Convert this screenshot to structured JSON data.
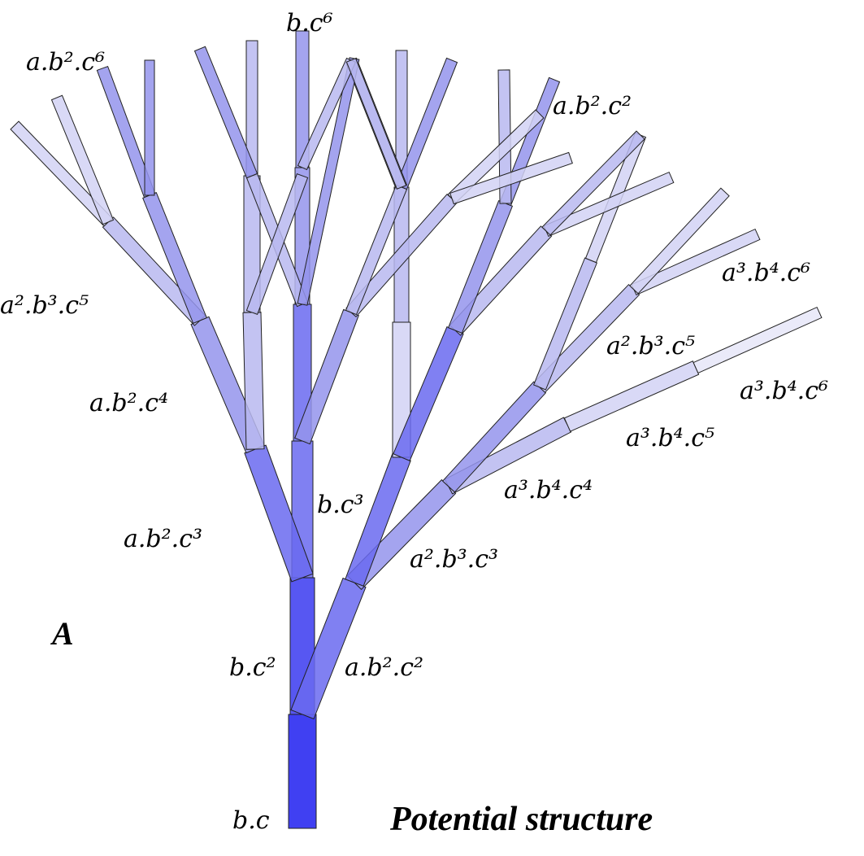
{
  "panel_letter": "A",
  "caption": "Potential structure",
  "colors": {
    "level1": "#1e1ef0",
    "level2": "#3a3af0",
    "level3": "#6a6af0",
    "level4": "#9494ec",
    "level5": "#b8b8f0",
    "level6": "#d2d2f4",
    "level7": "#e6e6f8"
  },
  "labels": {
    "trunk_1": "b.c",
    "trunk_2": "b.c²",
    "trunk_3": "b.c³",
    "trunk_top": "b.c⁶",
    "left_c3": "a.b².c³",
    "left_c4": "a.b².c⁴",
    "left_c5": "a².b³.c⁵",
    "left_c6": "a.b².c⁶",
    "right_c2": "a.b².c²",
    "right_top_c2": "a.b².c²",
    "right_a2c3": "a².b³.c³",
    "right_a3c4": "a³.b⁴.c⁴",
    "right_a3c5": "a³.b⁴.c⁵",
    "right_a2c5": "a².b³.c⁵",
    "right_a3c6a": "a³.b⁴.c⁶",
    "right_a3c6b": "a³.b⁴.c⁶"
  }
}
